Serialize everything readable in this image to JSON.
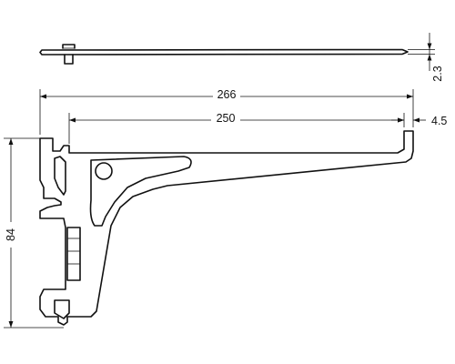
{
  "drawing": {
    "dimensions": {
      "thickness": "2.3",
      "overall_length": "266",
      "arm_length": "250",
      "lip_offset": "4.5",
      "height": "84"
    },
    "colors": {
      "line": "#111111",
      "background": "#ffffff"
    }
  }
}
